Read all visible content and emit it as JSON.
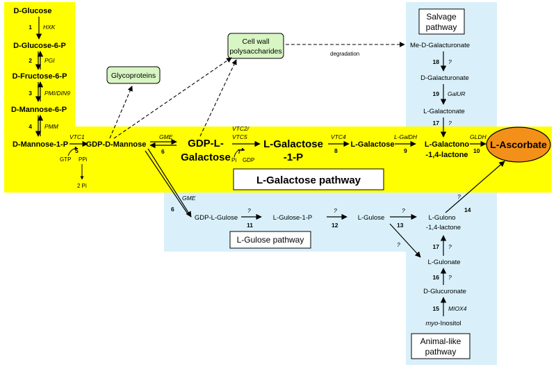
{
  "metabolites": {
    "glucose": "D-Glucose",
    "glucose6p": "D-Glucose-6-P",
    "fructose6p": "D-Fructose-6-P",
    "mannose6p": "D-Mannose-6-P",
    "mannose1p": "D-Mannose-1-P",
    "gdp_mannose": "GDP-D-Mannose",
    "gdp_galactose_1": "GDP-L-",
    "gdp_galactose_2": "Galactose",
    "galactose1p_1": "L-Galactose",
    "galactose1p_2": "-1-P",
    "l_galactose": "L-Galactose",
    "galactono_1": "L-Galactono",
    "galactono_2": "-1,4-lactone",
    "ascorbate": "L-Ascorbate",
    "glycoproteins": "Glycoproteins",
    "cellwall_1": "Cell wall",
    "cellwall_2": "polysaccharides",
    "me_galacturonate": "Me-D-Galacturonate",
    "galacturonate": "D-Galacturonate",
    "galactonate": "L-Galactonate",
    "gdp_gulose": "GDP-L-Gulose",
    "gulose1p": "L-Gulose-1-P",
    "gulose": "L-Gulose",
    "gulono_1": "L-Gulono",
    "gulono_2": "-1,4-lactone",
    "gulonate": "L-Gulonate",
    "glucuronate": "D-Glucuronate",
    "inositol_prefix": "myo",
    "inositol_suffix": "-Inositol"
  },
  "enzymes": {
    "hxk": "HXK",
    "pgi": "PGI",
    "pmi": "PMI/DIN9",
    "pmm": "PMM",
    "vtc1": "VTC1",
    "gme": "GME",
    "gme2": "GME",
    "vtc2a": "VTC2/",
    "vtc2b": "VTC5",
    "vtc4": "VTC4",
    "galdh": "L-GalDH",
    "gldh": "GLDH",
    "galur": "GalUR",
    "miox4": "MIOX4",
    "unknown": "?"
  },
  "steps": [
    "1",
    "2",
    "3",
    "4",
    "5",
    "6",
    "7",
    "8",
    "9",
    "10",
    "11",
    "12",
    "13",
    "14",
    "15",
    "16",
    "17",
    "18",
    "19"
  ],
  "cofactors": {
    "gtp": "GTP",
    "ppi": "PPi",
    "two_pi": "2 Pi",
    "pi": "Pi",
    "gdp": "GDP"
  },
  "labels": {
    "degradation": "degradation",
    "salvage_1": "Salvage",
    "salvage_2": "pathway",
    "animal_1": "Animal-like",
    "animal_2": "pathway",
    "galactose_pathway": "L-Galactose pathway",
    "gulose_pathway": "L-Gulose pathway"
  },
  "colors": {
    "yellow": "#ffff00",
    "blue": "#d9f0fa",
    "green": "#d8f5c4",
    "orange": "#f39019"
  }
}
